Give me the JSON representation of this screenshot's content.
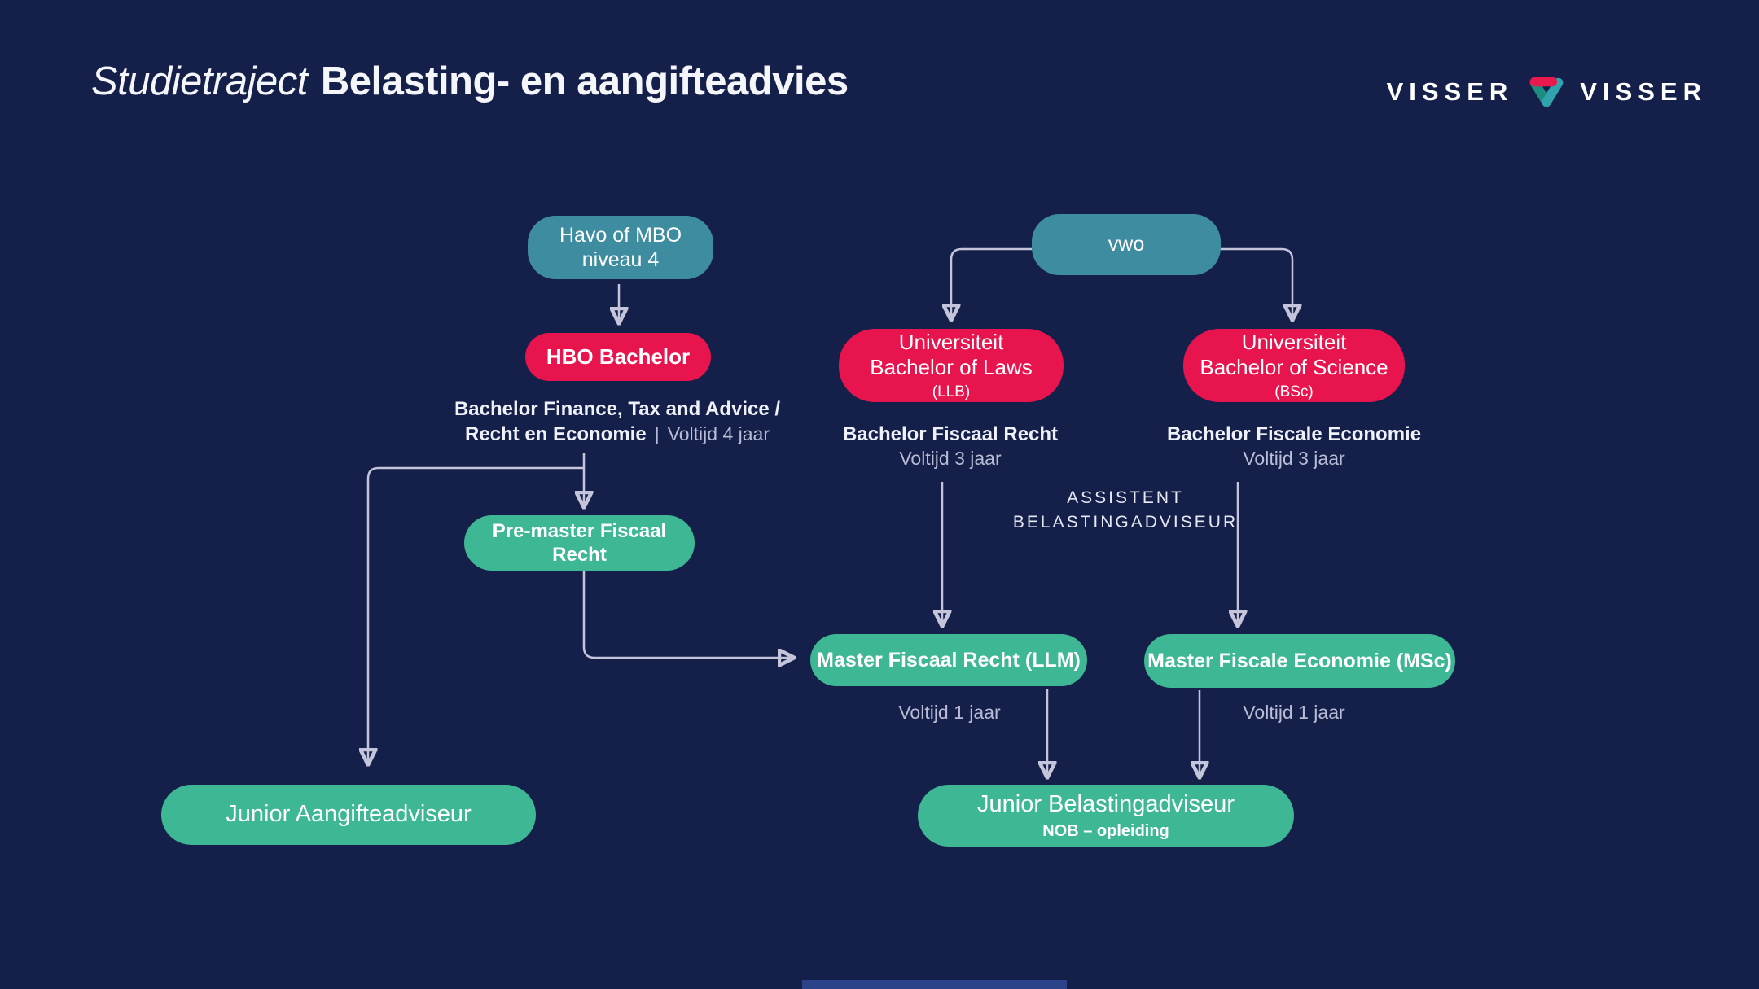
{
  "slide": {
    "title": {
      "italic_part": "Studietraject",
      "bold_part": "Belasting- en aangifteadvies"
    },
    "logo": {
      "word_left": "VISSER",
      "word_right": "VISSER"
    }
  },
  "nodes": {
    "havo": {
      "line1": "Havo of MBO",
      "line2": "niveau 4"
    },
    "vwo": {
      "label": "vwo"
    },
    "hbo": {
      "label": "HBO Bachelor"
    },
    "llb": {
      "line1": "Universiteit",
      "line2": "Bachelor of Laws",
      "line3": "(LLB)"
    },
    "bsc": {
      "line1": "Universiteit",
      "line2": "Bachelor of Science",
      "line3": "(BSc)"
    },
    "premaster": {
      "label": "Pre-master Fiscaal Recht"
    },
    "master_llm": {
      "label": "Master Fiscaal Recht (LLM)"
    },
    "master_msc": {
      "label": "Master Fiscale Economie (MSc)"
    },
    "junior_aangifte": {
      "label": "Junior Aangifteadviseur"
    },
    "junior_belasting": {
      "label": "Junior Belastingadviseur",
      "subline": "NOB – opleiding"
    }
  },
  "annotations": {
    "hbo_note_line1": "Bachelor Finance, Tax and Advice /",
    "hbo_note_line2_bold": "Recht en Economie",
    "hbo_note_separator": "|",
    "hbo_note_light": "Voltijd 4 jaar",
    "llb_note_bold": "Bachelor Fiscaal Recht",
    "llb_note_light": "Voltijd 3 jaar",
    "bsc_note_bold": "Bachelor Fiscale Economie",
    "bsc_note_light": "Voltijd 3 jaar",
    "assistent_line1": "ASSISTENT",
    "assistent_line2": "BELASTINGADVISEUR",
    "voltijd_llm": "Voltijd 1 jaar",
    "voltijd_msc": "Voltijd 1 jaar"
  },
  "colors": {
    "background": "#14204A",
    "teal_node": "#3E8CA0",
    "crimson_node": "#E8144D",
    "green_node": "#3EB794",
    "connector": "#C4C5DA",
    "muted_text": "#B9BCD4",
    "logo_red": "#E8194E",
    "logo_teal": "#2FA3AE",
    "logo_green": "#1E8C7E"
  }
}
